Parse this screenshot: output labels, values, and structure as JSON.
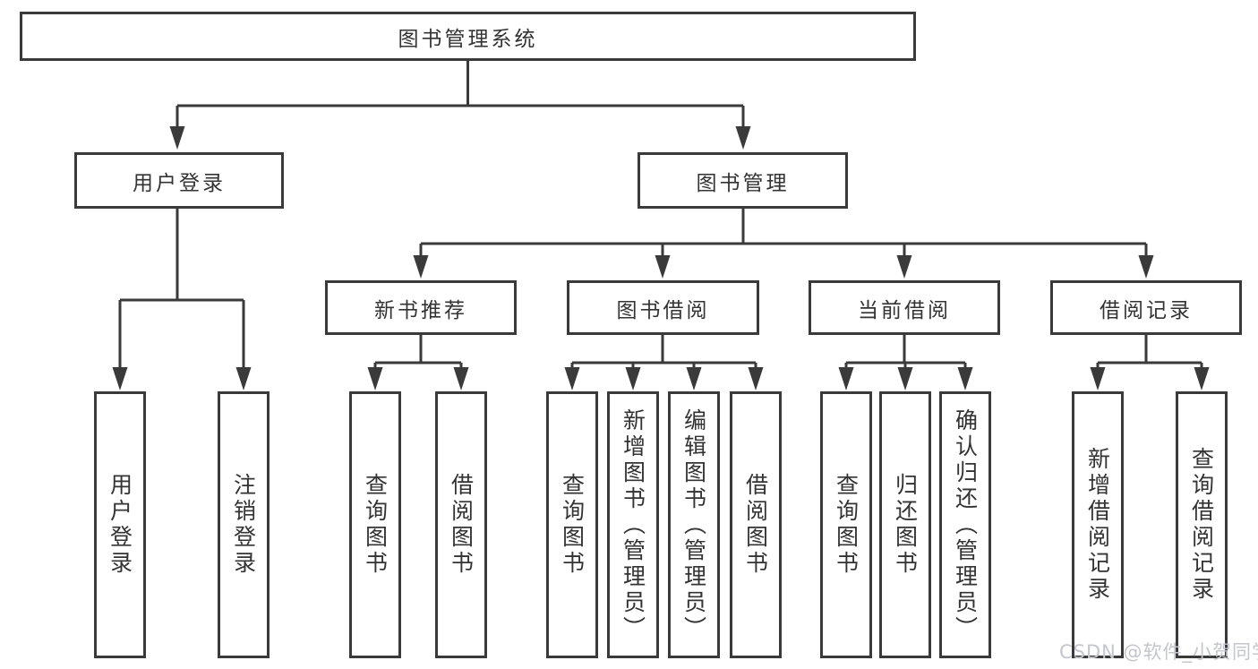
{
  "tree": {
    "root": {
      "label": "图书管理系统"
    },
    "branches": [
      {
        "label": "用户登录",
        "leaves": [
          "用户登录",
          "注销登录"
        ]
      },
      {
        "label": "图书管理",
        "groups": [
          {
            "label": "新书推荐",
            "leaves": [
              "查询图书",
              "借阅图书"
            ]
          },
          {
            "label": "图书借阅",
            "leaves": [
              "查询图书",
              "新增图书（管理员）",
              "编辑图书（管理员）",
              "借阅图书"
            ]
          },
          {
            "label": "当前借阅",
            "leaves": [
              "查询图书",
              "归还图书",
              "确认归还（管理员）"
            ]
          },
          {
            "label": "借阅记录",
            "leaves": [
              "新增借阅记录",
              "查询借阅记录"
            ]
          }
        ]
      }
    ]
  },
  "watermark": "CSDN @软件_小贺同学",
  "colors": {
    "line": "#3a3a3a",
    "text": "#333333",
    "box_background": "#ffffff",
    "watermark": "#c2c6cd"
  }
}
